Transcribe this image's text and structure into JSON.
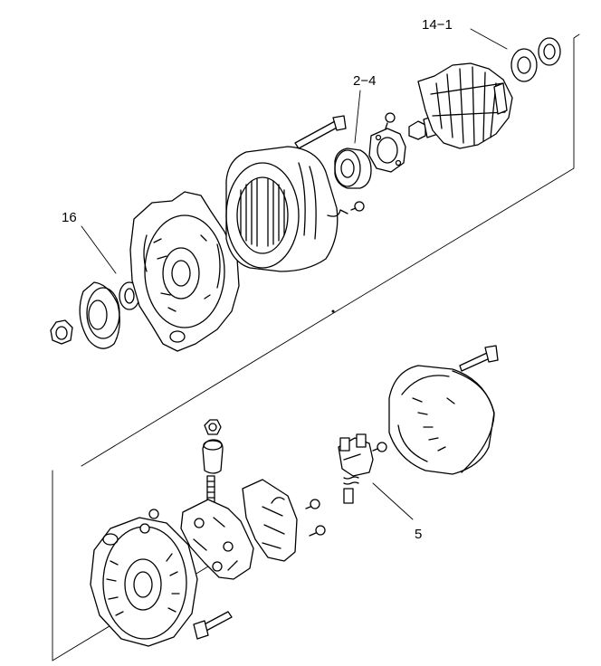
{
  "labels": {
    "rotor": "14−1",
    "bearing": "2−4",
    "front_housing": "16",
    "brush_holder": "5"
  }
}
